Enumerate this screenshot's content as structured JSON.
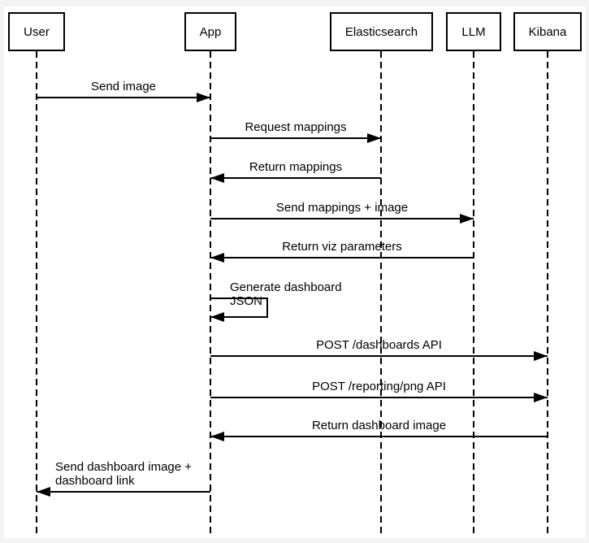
{
  "diagram": {
    "type": "sequence-diagram",
    "colors": {
      "line": "#000000",
      "text": "#000000",
      "participant_fill": "#ffffff",
      "canvas_background": "#ffffff",
      "page_background": "#f4f4f4"
    },
    "participants": [
      {
        "name": "User"
      },
      {
        "name": "App"
      },
      {
        "name": "Elasticsearch"
      },
      {
        "name": "LLM"
      },
      {
        "name": "Kibana"
      }
    ],
    "messages": [
      {
        "from": "User",
        "to": "App",
        "direction": "right",
        "label": "Send image"
      },
      {
        "from": "App",
        "to": "Elasticsearch",
        "direction": "right",
        "label": "Request mappings"
      },
      {
        "from": "Elasticsearch",
        "to": "App",
        "direction": "left",
        "label": "Return mappings"
      },
      {
        "from": "App",
        "to": "LLM",
        "direction": "right",
        "label": "Send mappings + image"
      },
      {
        "from": "LLM",
        "to": "App",
        "direction": "left",
        "label": "Return viz parameters"
      },
      {
        "from": "App",
        "to": "App",
        "direction": "self",
        "label": "Generate dashboard JSON"
      },
      {
        "from": "App",
        "to": "Kibana",
        "direction": "right",
        "label": "POST /dashboards API"
      },
      {
        "from": "App",
        "to": "Kibana",
        "direction": "right",
        "label": "POST /reporting/png API"
      },
      {
        "from": "Kibana",
        "to": "App",
        "direction": "left",
        "label": "Return dashboard image"
      },
      {
        "from": "App",
        "to": "User",
        "direction": "left",
        "label": "Send dashboard image +\ndashboard link"
      }
    ]
  }
}
